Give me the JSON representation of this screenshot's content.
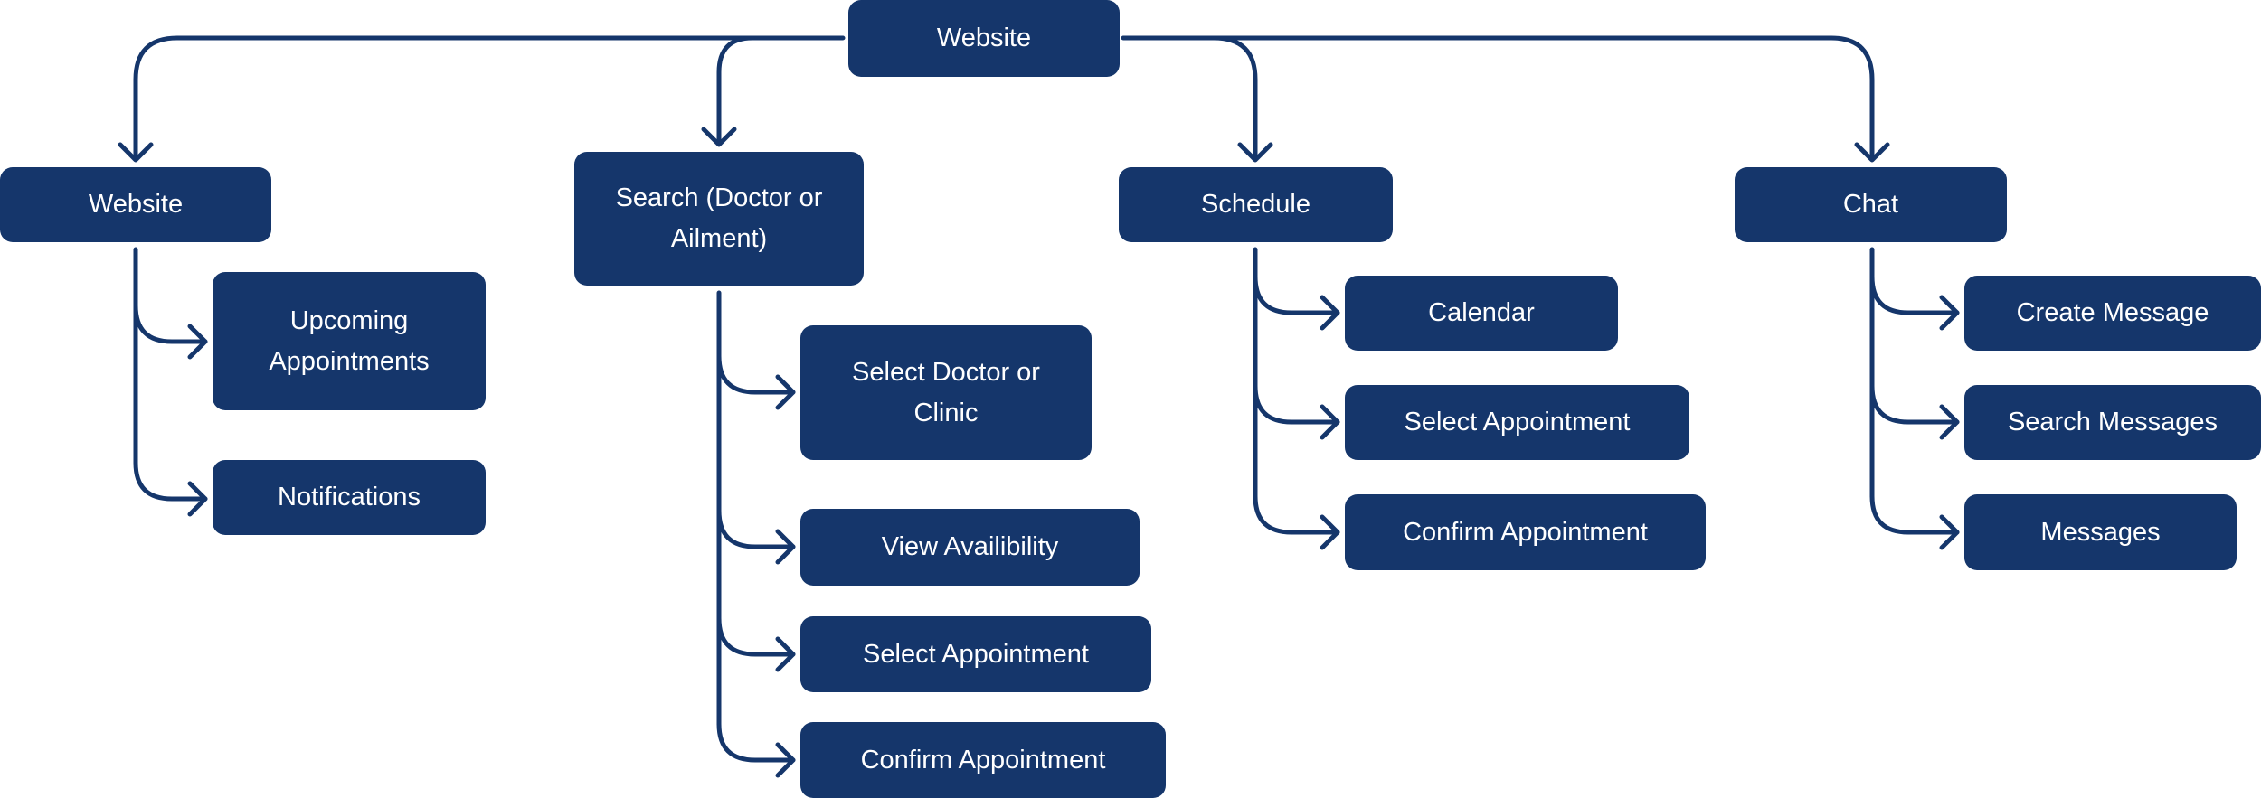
{
  "theme": {
    "node_fill": "#15366b",
    "node_text": "#ffffff",
    "connector": "#15366b",
    "background": "#ffffff"
  },
  "root": {
    "label": "Website"
  },
  "branches": [
    {
      "label": "Website",
      "children": [
        "Upcoming Appointments",
        "Notifications"
      ]
    },
    {
      "label": "Search (Doctor or Ailment)",
      "children": [
        "Select Doctor or Clinic",
        "View Availibility",
        "Select Appointment",
        "Confirm Appointment"
      ]
    },
    {
      "label": "Schedule",
      "children": [
        "Calendar",
        "Select Appointment",
        "Confirm Appointment"
      ]
    },
    {
      "label": "Chat",
      "children": [
        "Create Message",
        "Search Messages",
        "Messages"
      ]
    }
  ]
}
